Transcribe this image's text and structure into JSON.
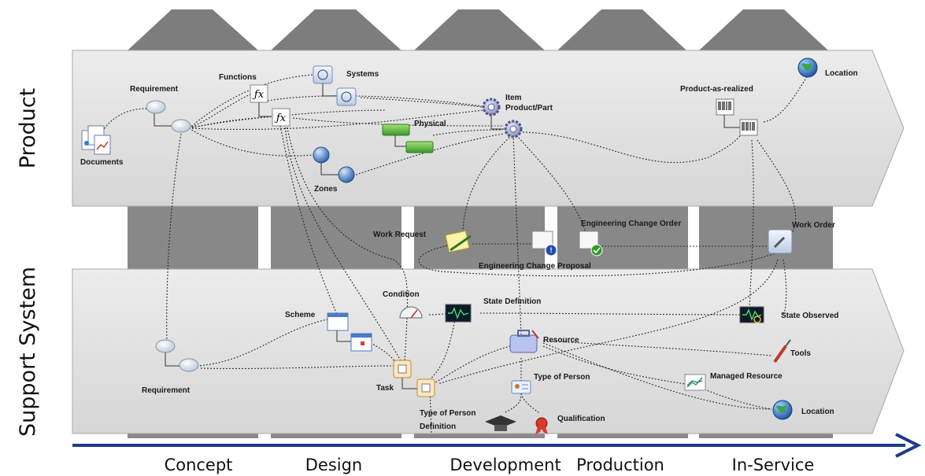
{
  "side_labels": {
    "product": "Product",
    "support": "Support System"
  },
  "phases": [
    "Concept",
    "Design",
    "Development",
    "Production",
    "In-Service"
  ],
  "product_nodes": {
    "documents": "Documents",
    "requirement": "Requirement",
    "functions": "Functions",
    "systems": "Systems",
    "physical": "Physical",
    "zones": "Zones",
    "item_line1": "Item",
    "item_line2": "Product/Part",
    "product_as_realized": "Product-as-realized",
    "location": "Location"
  },
  "change_nodes": {
    "work_request": "Work Request",
    "engineering_change_proposal": "Engineering Change Proposal",
    "engineering_change_order": "Engineering Change Order",
    "work_order": "Work Order"
  },
  "support_nodes": {
    "requirement": "Requirement",
    "scheme": "Scheme",
    "condition": "Condition",
    "state_definition": "State Definition",
    "state_observed": "State Observed",
    "task": "Task",
    "resource": "Resource",
    "tools": "Tools",
    "type_of_person": "Type of Person",
    "type_of_person_definition_line1": "Type of Person",
    "type_of_person_definition_line2": "Definition",
    "qualification": "Qualification",
    "managed_resource": "Managed Resource",
    "location": "Location"
  },
  "colors": {
    "band": "#dfdfdf",
    "band_border": "#a8a8a8",
    "pillar": "#858585",
    "roof": "#7a7a7a",
    "timeline": "#1f3a8a"
  }
}
